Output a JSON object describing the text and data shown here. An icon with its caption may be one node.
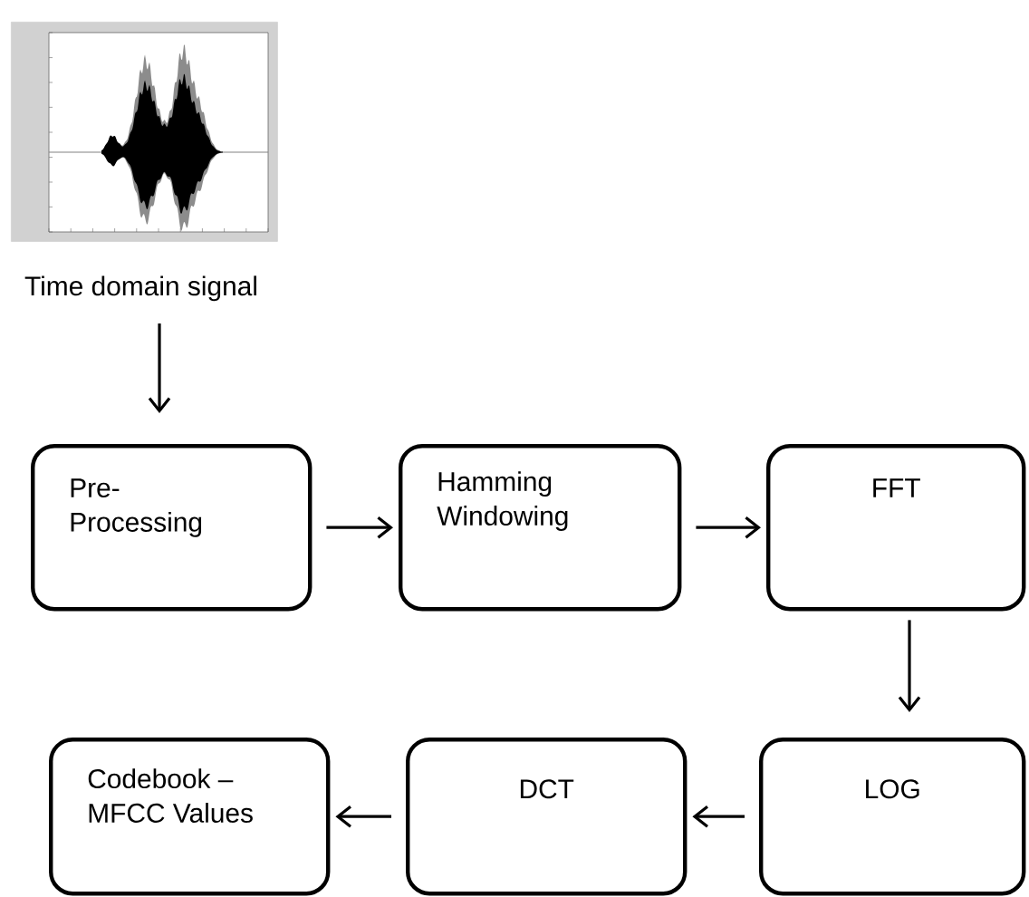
{
  "diagram": {
    "nodes": [
      {
        "text": [],
        "shape": "picture",
        "beside": [
          "Time domain signal"
        ]
      },
      {
        "text": [
          "Pre- Processing"
        ]
      },
      {
        "text": [
          "Hamming Windowing"
        ]
      },
      {
        "text": [
          "FFT"
        ]
      },
      {
        "text": [
          "Codebook – MFCC Values"
        ]
      },
      {
        "text": [
          "DCT"
        ]
      },
      {
        "text": [
          "LOG"
        ]
      }
    ],
    "edges": [
      {
        "from": 0,
        "to": 1,
        "arrow": "to"
      },
      {
        "from": 1,
        "to": 2,
        "arrow": "to"
      },
      {
        "from": 2,
        "to": 3,
        "arrow": "to"
      },
      {
        "from": 3,
        "to": 6,
        "arrow": "to"
      },
      {
        "from": 6,
        "to": 5,
        "arrow": "to"
      },
      {
        "from": 5,
        "to": 4,
        "arrow": "to"
      }
    ]
  }
}
